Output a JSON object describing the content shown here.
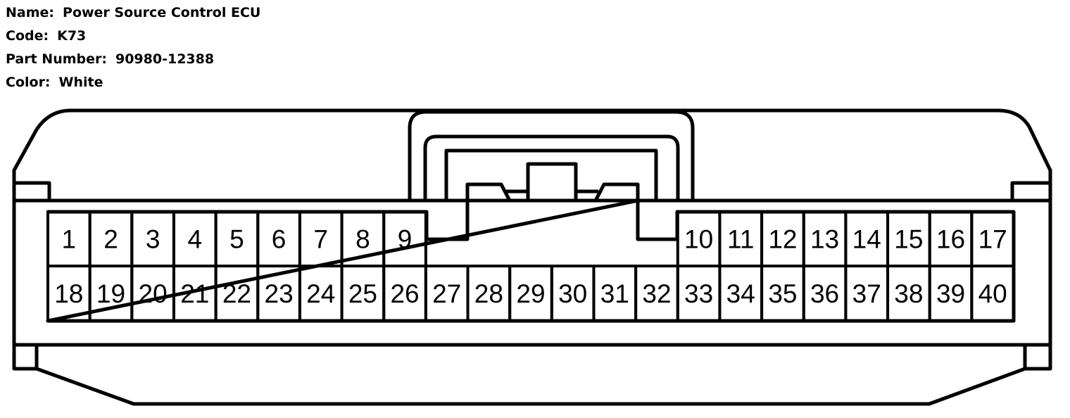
{
  "info": {
    "name_label": "Name:",
    "name_value": "Power Source Control ECU",
    "code_label": "Code:",
    "code_value": "K73",
    "part_label": "Part Number:",
    "part_value": "90980-12388",
    "color_label": "Color:",
    "color_value": "White"
  },
  "connector": {
    "top_row_left": [
      "1",
      "2",
      "3",
      "4",
      "5",
      "6",
      "7",
      "8",
      "9"
    ],
    "top_row_right": [
      "10",
      "11",
      "12",
      "13",
      "14",
      "15",
      "16",
      "17"
    ],
    "bottom_row": [
      "18",
      "19",
      "20",
      "21",
      "22",
      "23",
      "24",
      "25",
      "26",
      "27",
      "28",
      "29",
      "30",
      "31",
      "32",
      "33",
      "34",
      "35",
      "36",
      "37",
      "38",
      "39",
      "40"
    ]
  }
}
